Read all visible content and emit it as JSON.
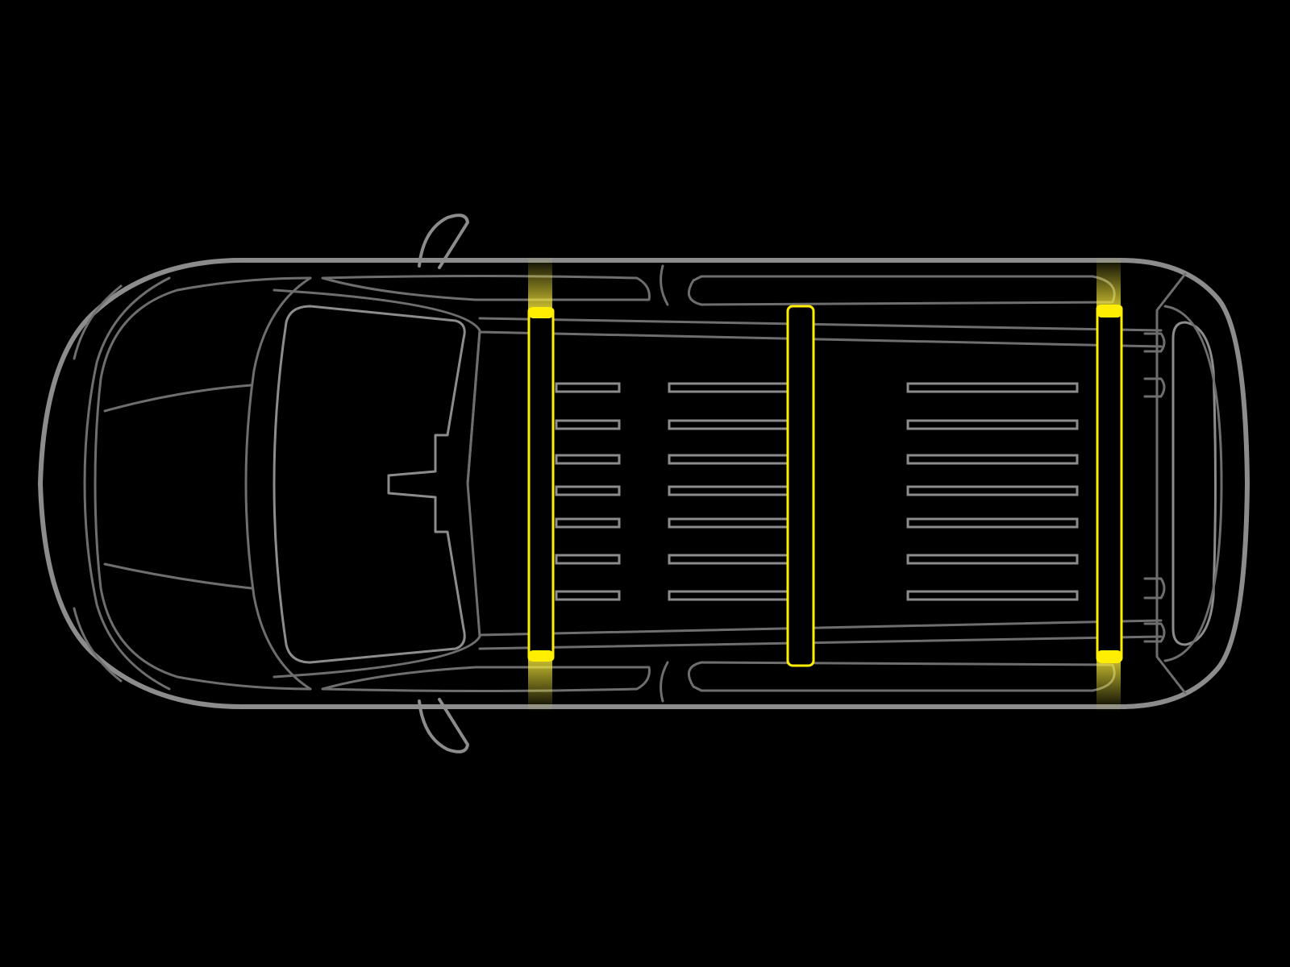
{
  "diagram": {
    "subject": "van-top-view",
    "colors": {
      "background": "#000000",
      "body_outline": "#8c8c8c",
      "detail_outline": "#6e6e6e",
      "roof_bar": "#ffee00",
      "roof_bar_glow": "#f7ea3a"
    },
    "roof_bars": [
      {
        "id": "front",
        "highlighted_ends": true
      },
      {
        "id": "middle",
        "highlighted_ends": false
      },
      {
        "id": "rear",
        "highlighted_ends": true
      }
    ],
    "roof_slat_groups": [
      {
        "id": "front-group",
        "slats": 7
      },
      {
        "id": "middle-group",
        "slats": 7
      },
      {
        "id": "rear-group",
        "slats": 7
      }
    ]
  }
}
